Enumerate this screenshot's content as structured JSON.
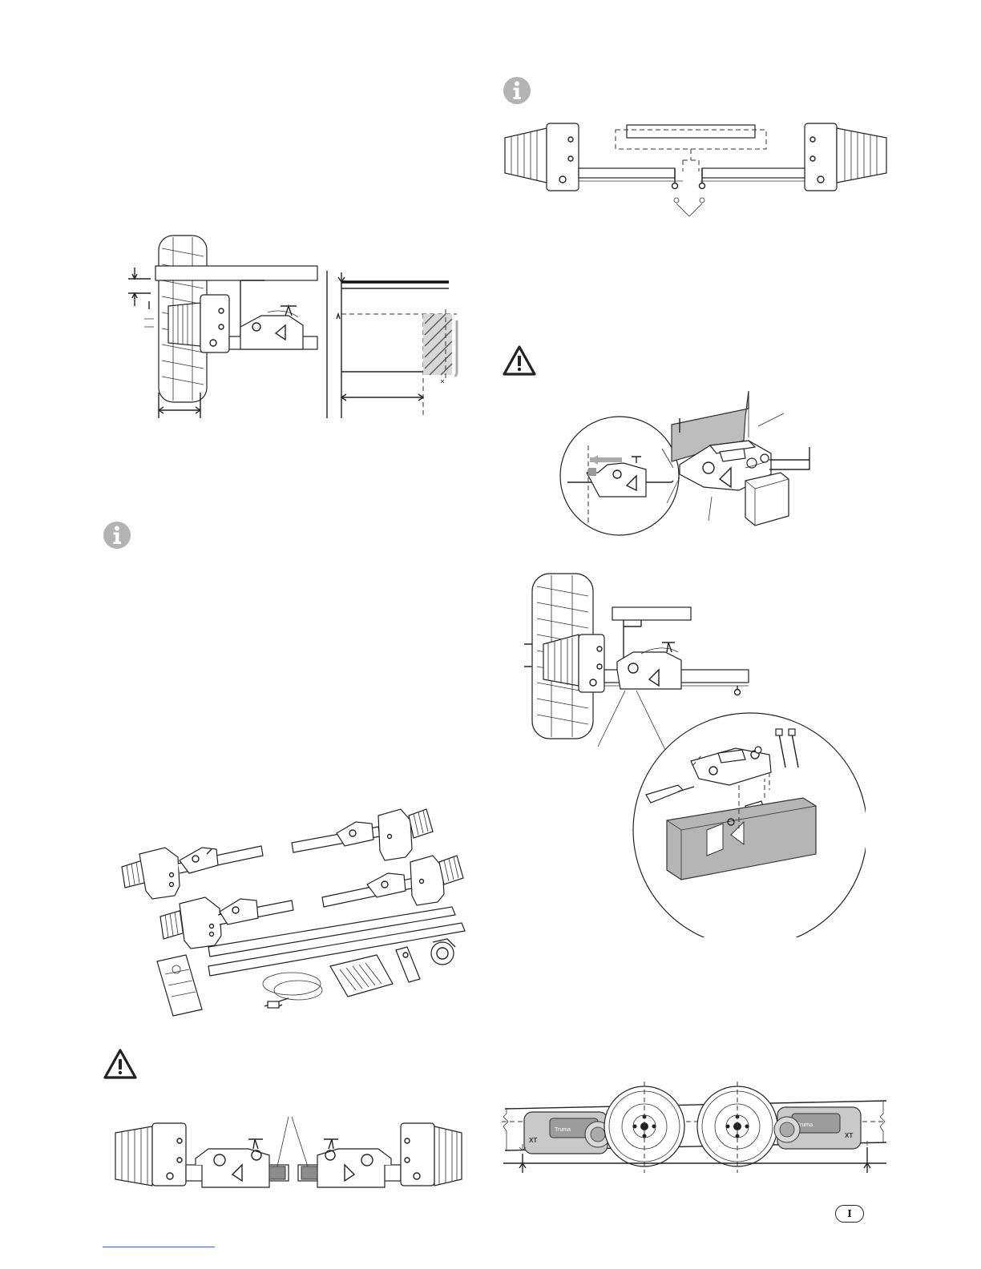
{
  "page": {
    "number": "I"
  },
  "icons": {
    "info": "info-icon",
    "warning": "warning-triangle-icon"
  },
  "colors": {
    "icon_grey": "#b3b3b3",
    "line": "#222222",
    "link": "#4a5cc7"
  },
  "figures": {
    "unit_xt_label": "XT",
    "brand_label": "Truma"
  }
}
